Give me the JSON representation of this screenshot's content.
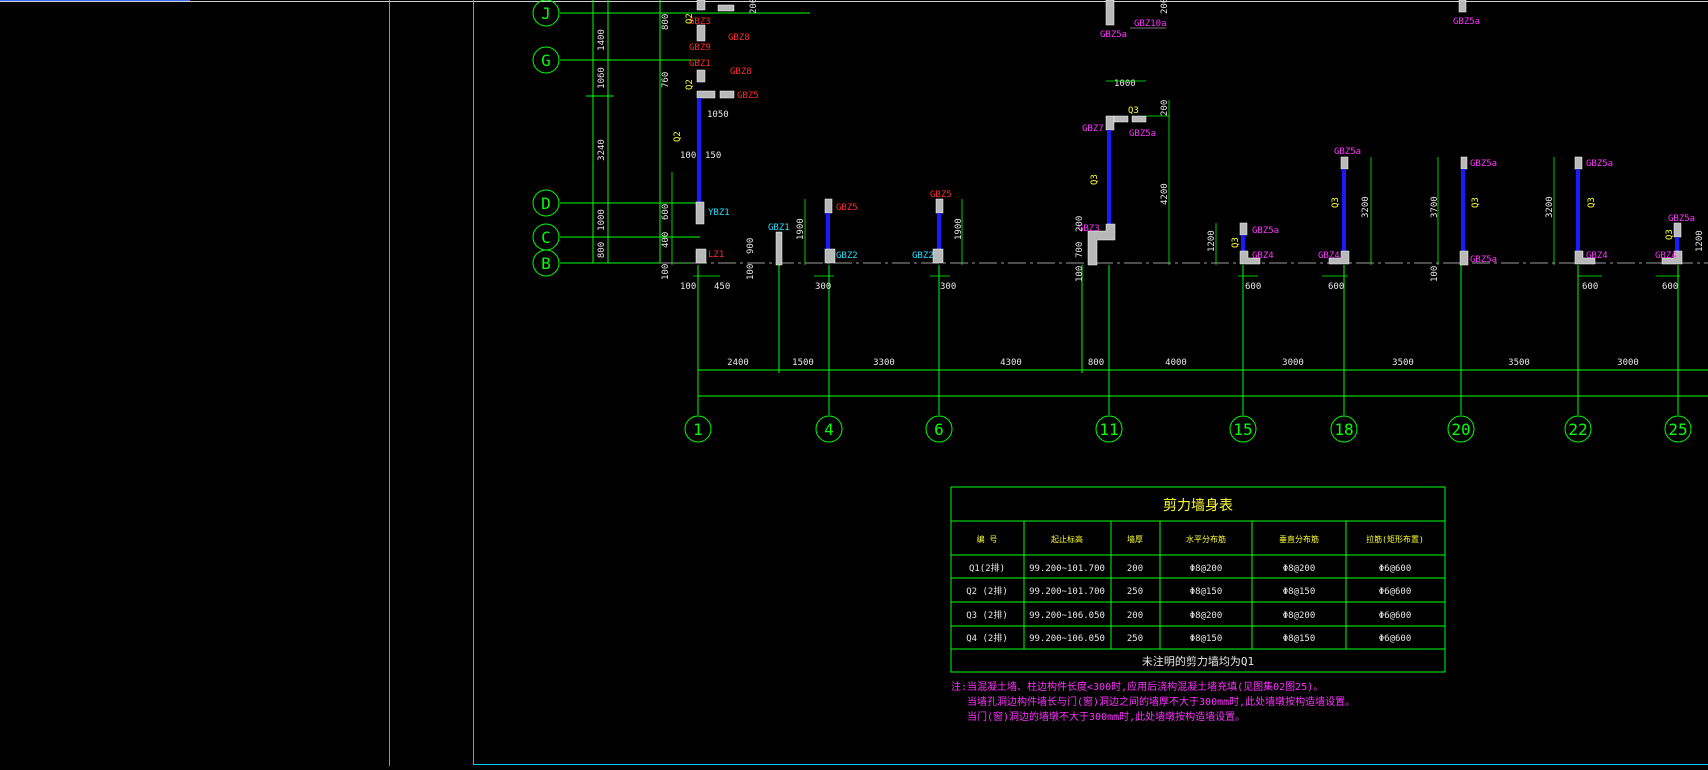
{
  "colors": {
    "background": "#000000",
    "grid": "#00ff00",
    "border": "#00ccff",
    "dimension": "#e8e8e8",
    "column_red": "#ff2a2a",
    "column_magenta": "#ff33ff",
    "column_cyan": "#26e0ff",
    "wall_label": "#ffff33",
    "wall_fill": "#1a1aff",
    "column_fill": "#b8b8b8"
  },
  "axes": {
    "horizontal": [
      {
        "label": "J"
      },
      {
        "label": "G"
      },
      {
        "label": "D"
      },
      {
        "label": "C"
      },
      {
        "label": "B"
      }
    ],
    "vertical": [
      {
        "label": "1"
      },
      {
        "label": "4"
      },
      {
        "label": "6"
      },
      {
        "label": "11"
      },
      {
        "label": "15"
      },
      {
        "label": "18"
      },
      {
        "label": "20"
      },
      {
        "label": "22"
      },
      {
        "label": "25"
      }
    ]
  },
  "left_dims": [
    "1400",
    "1060",
    "3240",
    "1000",
    "800"
  ],
  "bottom_dims": [
    "2400",
    "1500",
    "3300",
    "4300",
    "800",
    "4000",
    "3000",
    "3500",
    "3500",
    "3000"
  ],
  "labels": {
    "gbz3": "GBZ3",
    "gbz8": "GBZ8",
    "gbz9": "GBZ9",
    "gbz1": "GBZ1",
    "gbz5": "GBZ5",
    "gbz5a": "GBZ5a",
    "gbz7": "GBZ7",
    "gbz10a": "GBZ10a",
    "gbz2": "GBZ2",
    "gbz4": "GBZ4",
    "ybz1": "YBZ1",
    "lz1": "LZ1",
    "q1": "Q1",
    "q2": "Q2",
    "q3": "Q3"
  },
  "dims": {
    "d1050": "1050",
    "d100": "100",
    "d150": "150",
    "d450": "450",
    "d300": "300",
    "d600": "600",
    "d400": "400",
    "d800": "800",
    "d760": "760",
    "d900": "900",
    "d1000": "1000",
    "d200": "200",
    "d1900": "1900",
    "d4200": "4200",
    "d1200": "1200",
    "d3200": "3200",
    "d3700": "3700",
    "d700": "700"
  },
  "wall_table": {
    "title": "剪力墙身表",
    "headers": [
      "编 号",
      "起止标高",
      "墙厚",
      "水平分布筋",
      "垂直分布筋",
      "拉筋(矩形布置)"
    ],
    "rows": [
      [
        "Q1(2排)",
        "99.200~101.700",
        "200",
        "Φ8@200",
        "Φ8@200",
        "Φ6@600"
      ],
      [
        "Q2 (2排)",
        "99.200~101.700",
        "250",
        "Φ8@150",
        "Φ8@150",
        "Φ6@600"
      ],
      [
        "Q3 (2排)",
        "99.200~106.050",
        "200",
        "Φ8@200",
        "Φ8@200",
        "Φ6@600"
      ],
      [
        "Q4 (2排)",
        "99.200~106.050",
        "250",
        "Φ8@150",
        "Φ8@150",
        "Φ6@600"
      ]
    ],
    "footer": "未注明的剪力墙均为Q1"
  },
  "notes": [
    "注:当混凝土墙、柱边构件长度<300时,应用后浇构混凝土墙充填(见图集02图25)。",
    "当墙孔洞边构件墙长与门(窗)洞边之间的墙厚不大于300mm时,此处墙墩按构造墙设置。",
    "当门(窗)洞边的墙墩不大于300mm时,此处墙墩按构造墙设置。"
  ]
}
